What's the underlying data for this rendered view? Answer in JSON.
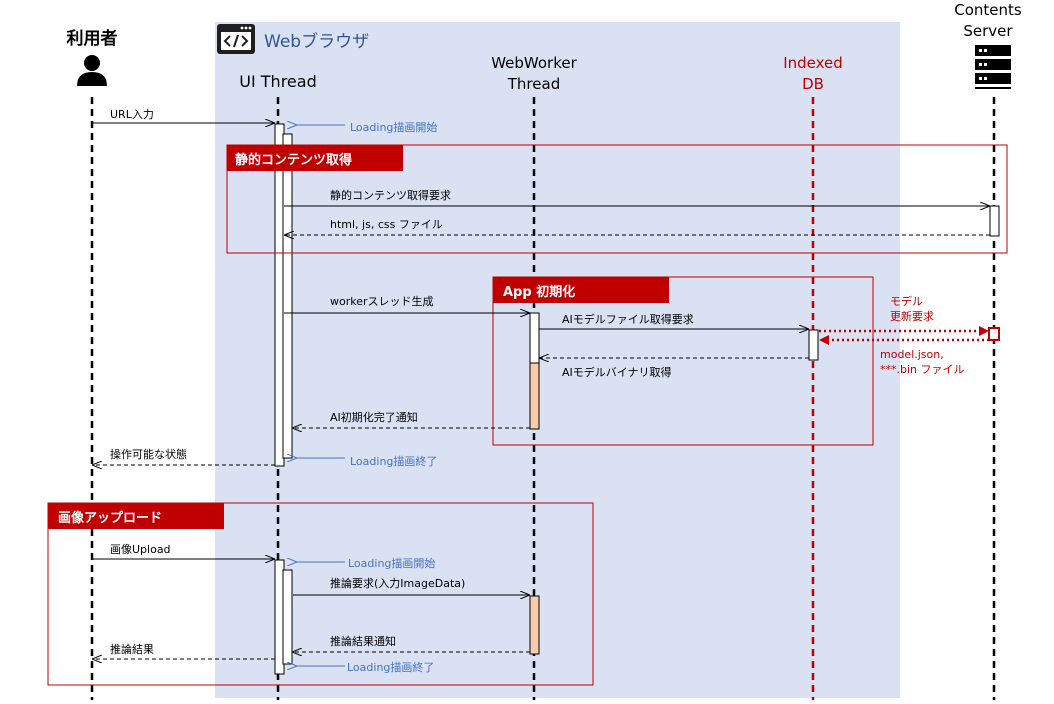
{
  "participants": {
    "user": "利用者",
    "browser": "Webブラウザ",
    "ui_thread": "UI Thread",
    "webworker_line1": "WebWorker",
    "webworker_line2": "Thread",
    "indexeddb_line1": "Indexed",
    "indexeddb_line2": "DB",
    "contents_line1": "Contents",
    "contents_line2": "Server"
  },
  "frames": {
    "static_contents": "静的コンテンツ取得",
    "app_init": "App 初期化",
    "image_upload": "画像アップロード"
  },
  "messages": {
    "url_input": "URL入力",
    "loading_start_1": "Loading描画開始",
    "static_request": "静的コンテンツ取得要求",
    "static_response": "html, js, css ファイル",
    "worker_create": "workerスレッド生成",
    "ai_model_request": "AIモデルファイル取得要求",
    "model_update_line1": "モデル",
    "model_update_line2": "更新要求",
    "model_files_line1": "model.json,",
    "model_files_line2": "***.bin ファイル",
    "ai_binary_fetch": "AIモデルバイナリ取得",
    "ai_init_done": "AI初期化完了通知",
    "operable": "操作可能な状態",
    "loading_end_1": "Loading描画終了",
    "image_upload_msg": "画像Upload",
    "loading_start_2": "Loading描画開始",
    "inference_request": "推論要求(入力ImageData)",
    "inference_result_notify": "推論結果通知",
    "inference_result": "推論結果",
    "loading_end_2": "Loading描画終了"
  },
  "icons": {
    "user": "person-icon",
    "browser": "code-window-icon",
    "server": "server-stack-icon"
  },
  "colors": {
    "browser_bg": "#d9e1f2",
    "frame_red": "#c00000",
    "loading_blue": "#4472c4",
    "activation_orange": "#f8cbad",
    "indexeddb_red": "#c00000"
  }
}
